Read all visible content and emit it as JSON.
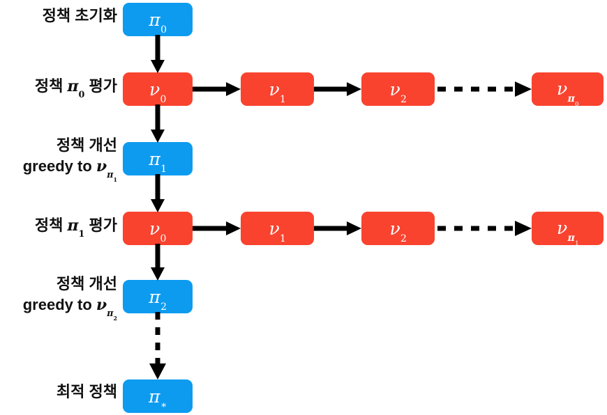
{
  "diagram": {
    "title_text": "",
    "colors": {
      "policy_box": "#0d9bf0",
      "value_box": "#f9432f",
      "arrow": "#000000",
      "label_text": "#111111",
      "node_text": "#ffffff",
      "background": "#ffffff"
    },
    "row_labels": [
      {
        "id": "policy-init",
        "line1": "정책 초기화",
        "line2": ""
      },
      {
        "id": "policy-eval-0",
        "line1_pre": "정책 ",
        "line1_sym": "π",
        "line1_sub": "0",
        "line1_post": " 평가",
        "line2": ""
      },
      {
        "id": "policy-improve-1",
        "line1": "정책 개선",
        "line2_pre": "greedy to ",
        "line2_sym": "ν",
        "line2_sub_pi": "π",
        "line2_sub_idx": "1"
      },
      {
        "id": "policy-eval-1",
        "line1_pre": "정책 ",
        "line1_sym": "π",
        "line1_sub": "1",
        "line1_post": " 평가",
        "line2": ""
      },
      {
        "id": "policy-improve-2",
        "line1": "정책 개선",
        "line2_pre": "greedy to ",
        "line2_sym": "ν",
        "line2_sub_pi": "π",
        "line2_sub_idx": "2"
      },
      {
        "id": "optimal-policy",
        "line1": "최적 정책",
        "line2": ""
      }
    ],
    "nodes": [
      {
        "id": "pi-0",
        "kind": "policy",
        "sym": "π",
        "sub": "0",
        "sub_kind": "number"
      },
      {
        "id": "v-0-row1",
        "kind": "value",
        "sym": "ν",
        "sub": "0",
        "sub_kind": "number"
      },
      {
        "id": "v-1-row1",
        "kind": "value",
        "sym": "ν",
        "sub": "1",
        "sub_kind": "number"
      },
      {
        "id": "v-2-row1",
        "kind": "value",
        "sym": "ν",
        "sub": "2",
        "sub_kind": "number"
      },
      {
        "id": "v-pi-0",
        "kind": "value",
        "sym": "ν",
        "sub": "π",
        "sub_kind": "pi",
        "sub_sub": "0"
      },
      {
        "id": "pi-1",
        "kind": "policy",
        "sym": "π",
        "sub": "1",
        "sub_kind": "number"
      },
      {
        "id": "v-0-row2",
        "kind": "value",
        "sym": "ν",
        "sub": "0",
        "sub_kind": "number"
      },
      {
        "id": "v-1-row2",
        "kind": "value",
        "sym": "ν",
        "sub": "1",
        "sub_kind": "number"
      },
      {
        "id": "v-2-row2",
        "kind": "value",
        "sym": "ν",
        "sub": "2",
        "sub_kind": "number"
      },
      {
        "id": "v-pi-1",
        "kind": "value",
        "sym": "ν",
        "sub": "π",
        "sub_kind": "pi",
        "sub_sub": "1"
      },
      {
        "id": "pi-2",
        "kind": "policy",
        "sym": "π",
        "sub": "2",
        "sub_kind": "number"
      },
      {
        "id": "pi-star",
        "kind": "policy",
        "sym": "π",
        "sub": "∗",
        "sub_kind": "star"
      }
    ],
    "arrows": [
      {
        "id": "pi0-to-v0",
        "orientation": "vertical",
        "style": "solid"
      },
      {
        "id": "v0-to-pi1",
        "orientation": "vertical",
        "style": "solid"
      },
      {
        "id": "pi1-to-v0",
        "orientation": "vertical",
        "style": "solid"
      },
      {
        "id": "v0-to-pi2",
        "orientation": "vertical",
        "style": "solid"
      },
      {
        "id": "pi2-to-pistar",
        "orientation": "vertical",
        "style": "dashed"
      },
      {
        "id": "row1-v0-to-v1",
        "orientation": "horizontal",
        "style": "solid"
      },
      {
        "id": "row1-v1-to-v2",
        "orientation": "horizontal",
        "style": "solid"
      },
      {
        "id": "row1-v2-to-vpi0",
        "orientation": "horizontal",
        "style": "dashed"
      },
      {
        "id": "row2-v0-to-v1",
        "orientation": "horizontal",
        "style": "solid"
      },
      {
        "id": "row2-v1-to-v2",
        "orientation": "horizontal",
        "style": "solid"
      },
      {
        "id": "row2-v2-to-vpi1",
        "orientation": "horizontal",
        "style": "dashed"
      }
    ]
  }
}
